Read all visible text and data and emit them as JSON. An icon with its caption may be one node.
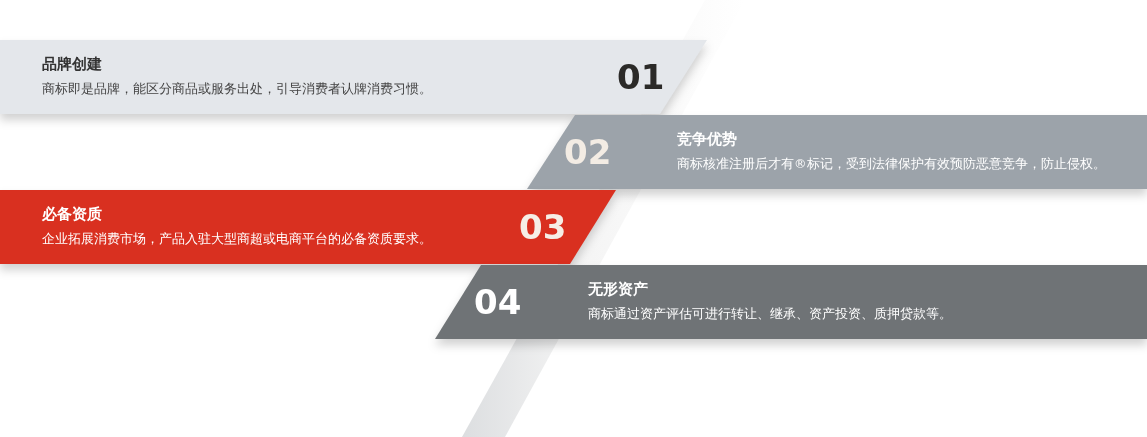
{
  "diagram": {
    "nodes": [
      {
        "text": [
          "品牌创建",
          "商标即是品牌，能区分商品或服务出处，引导消费者认牌消费习惯。",
          "01"
        ]
      },
      {
        "text": [
          "02",
          "竞争优势",
          "商标核准注册后才有®标记，受到法律保护有效预防恶意竞争，防止侵权。"
        ]
      },
      {
        "text": [
          "必备资质",
          "企业拓展消费市场，产品入驻大型商超或电商平台的必备资质要求。",
          "03"
        ]
      },
      {
        "text": [
          "04",
          "无形资产",
          "商标通过资产评估可进行转让、继承、资产投资、质押贷款等。"
        ]
      }
    ]
  }
}
